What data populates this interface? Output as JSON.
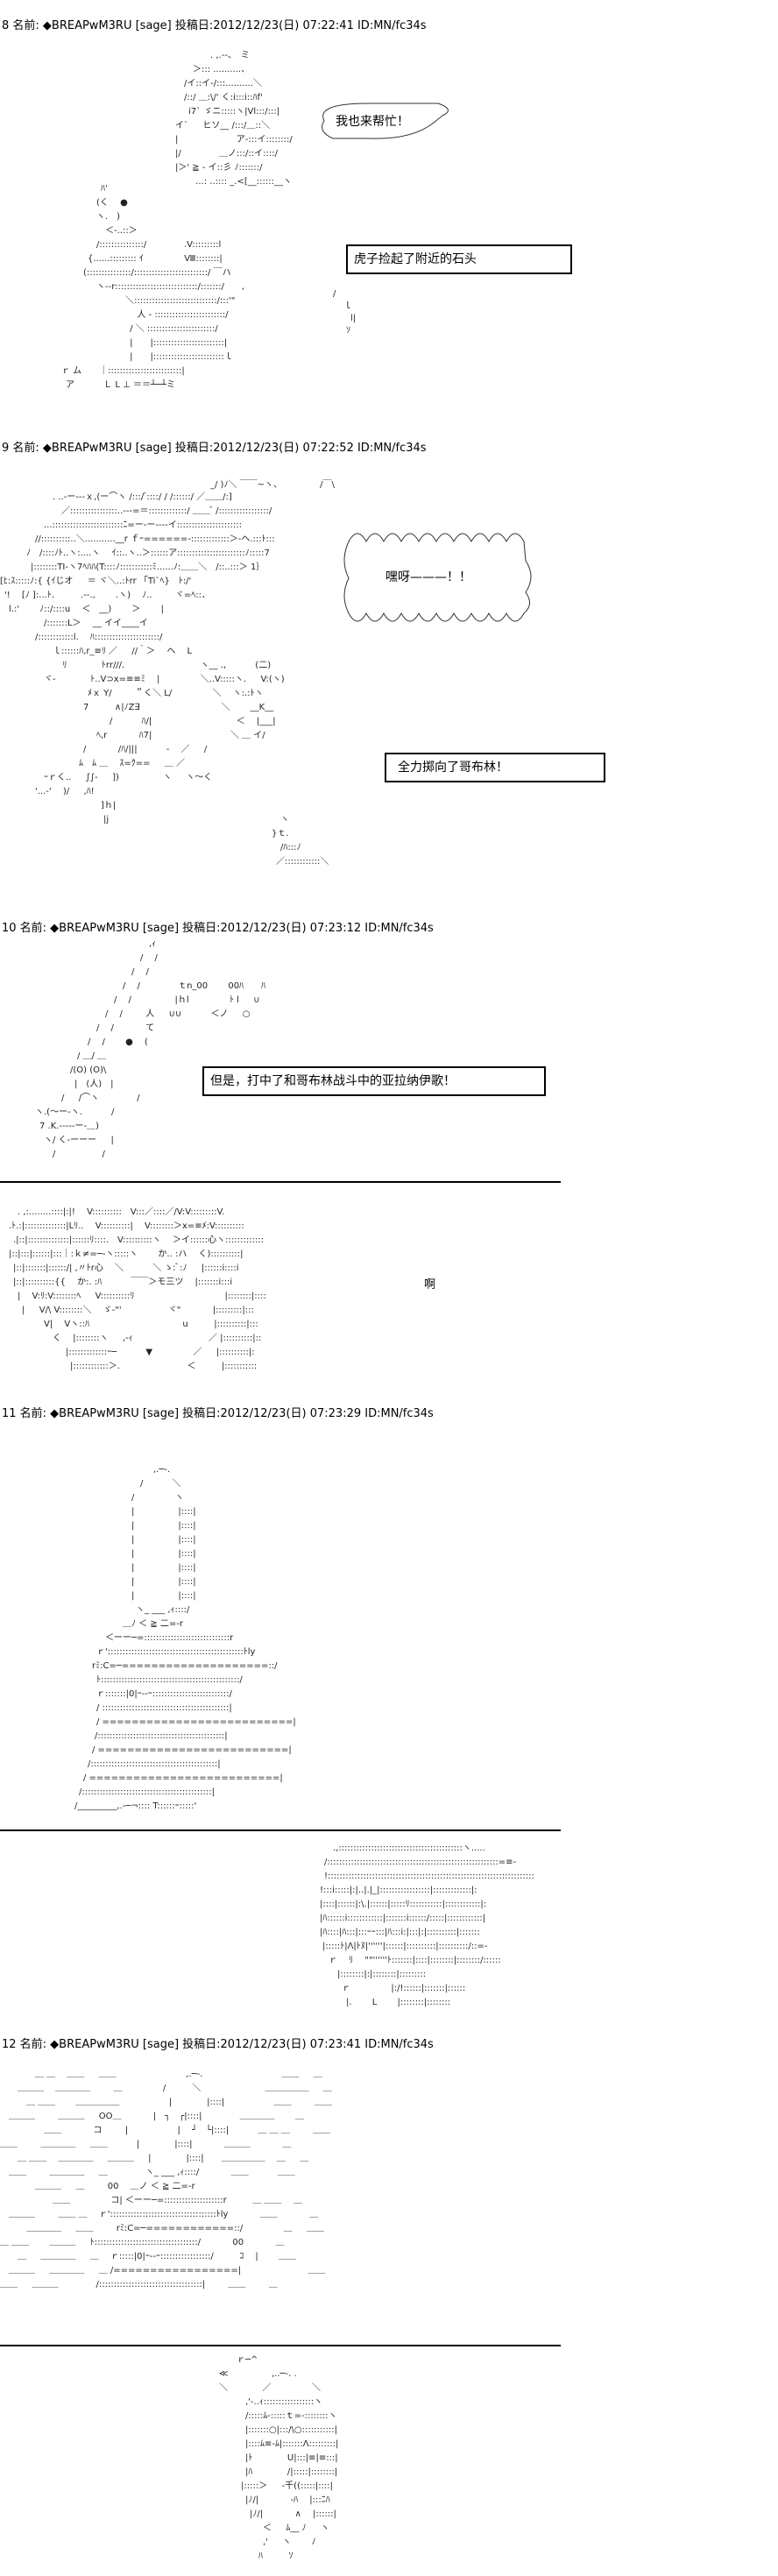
{
  "posts": [
    {
      "header": "8 名前: ◆BREAPwM3RU [sage] 投稿日:2012/12/23(日) 07:22:41 ID:MN/fc34s",
      "bubbles": [
        "我也来帮忙！",
        "虎子捡起了附近的石头"
      ]
    },
    {
      "header": "9 名前: ◆BREAPwM3RU [sage] 投稿日:2012/12/23(日) 07:22:52 ID:MN/fc34s",
      "bubbles": [
        "嘿呀———！！",
        "全力掷向了哥布林！"
      ]
    },
    {
      "header": "10 名前: ◆BREAPwM3RU [sage] 投稿日:2012/12/23(日) 07:23:12 ID:MN/fc34s",
      "bubbles": [
        "但是，打中了和哥布林战斗中的亚拉纳伊歌！"
      ],
      "sfx": "啊"
    },
    {
      "header": "11 名前: ◆BREAPwM3RU [sage] 投稿日:2012/12/23(日) 07:23:29 ID:MN/fc34s",
      "bubbles": []
    },
    {
      "header": "12 名前: ◆BREAPwM3RU [sage] 投稿日:2012/12/23(日) 07:23:41 ID:MN/fc34s",
      "bubbles": []
    }
  ]
}
